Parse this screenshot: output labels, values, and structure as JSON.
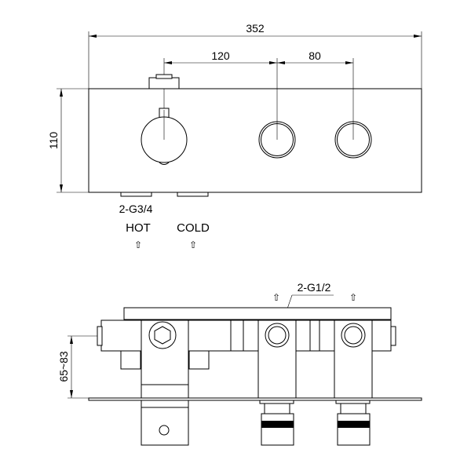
{
  "dimensions": {
    "overall_width": "352",
    "spacing_1": "120",
    "spacing_2": "80",
    "height": "110",
    "depth_range": "65~83"
  },
  "labels": {
    "inlet_thread": "2-G3/4",
    "hot": "HOT",
    "cold": "COLD",
    "outlet_thread": "2-G1/2",
    "arrow": "⇧"
  }
}
